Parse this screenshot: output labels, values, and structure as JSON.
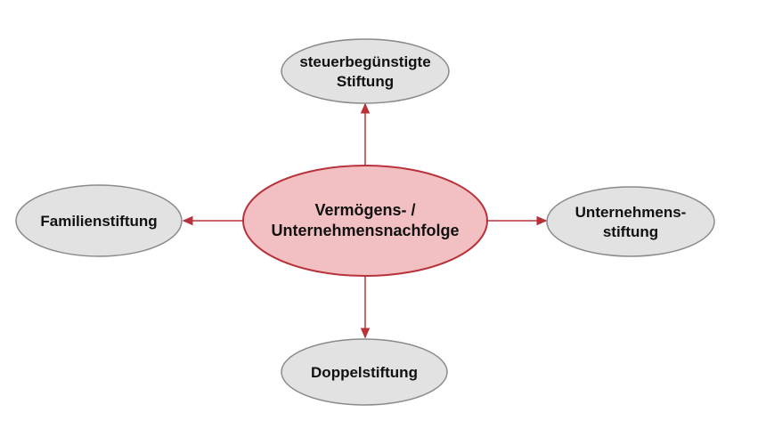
{
  "center": {
    "line1": "Vermögens- /",
    "line2": "Unternehmensnachfolge"
  },
  "top": {
    "line1": "steuerbegünstigte",
    "line2": "Stiftung"
  },
  "left": {
    "line1": "Familienstiftung"
  },
  "right": {
    "line1": "Unternehmens-",
    "line2": "stiftung"
  },
  "bottom": {
    "line1": "Doppelstiftung"
  },
  "colors": {
    "center_fill": "#f2c0c3",
    "center_stroke": "#b8323a",
    "node_fill": "#e2e2e2",
    "node_stroke": "#8a8a8a",
    "arrow": "#b8323a"
  }
}
